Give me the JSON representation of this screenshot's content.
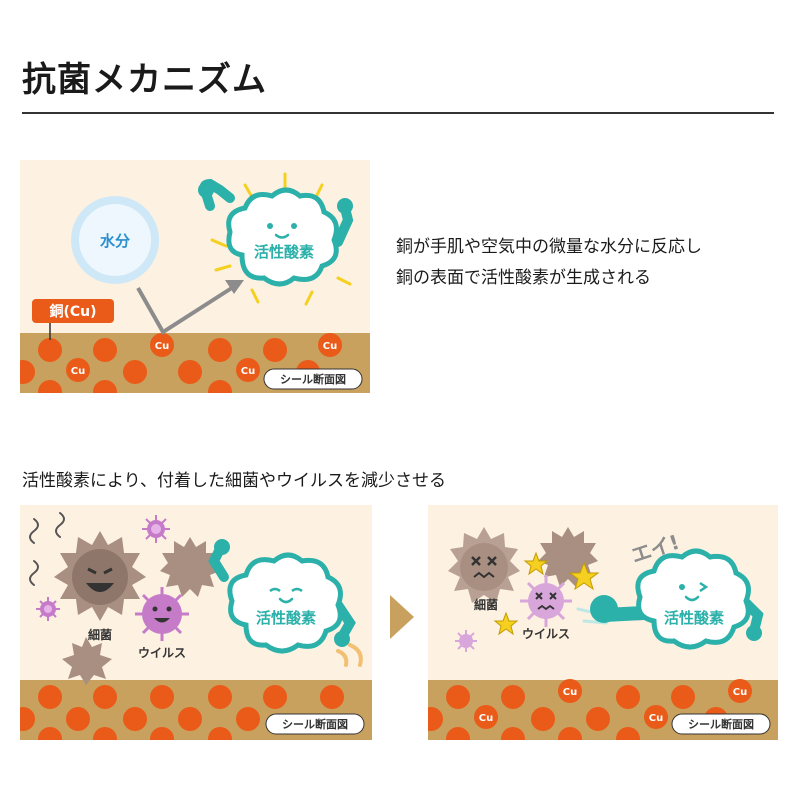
{
  "page": {
    "title": "抗菌メカニズム",
    "description_line1": "銅が手肌や空気中の微量な水分に反応し",
    "description_line2": "銅の表面で活性酸素が生成される",
    "subheading": "活性酸素により、付着した細菌やウイルスを減少させる"
  },
  "panel1": {
    "water_label": "水分",
    "copper_label": "銅(Cu)",
    "ros_label": "活性酸素",
    "cu_label": "Cu",
    "seal_label": "シール断面図"
  },
  "panel2": {
    "bacteria_label": "細菌",
    "virus_label": "ウイルス",
    "ros_label": "活性酸素",
    "seal_label": "シール断面図"
  },
  "panel3": {
    "bacteria_label": "細菌",
    "virus_label": "ウイルス",
    "ros_label": "活性酸素",
    "shout": "エイ!",
    "cu_label": "Cu",
    "seal_label": "シール断面図"
  },
  "colors": {
    "background": "#fdf1e1",
    "copper_layer": "#c9a15e",
    "copper_dot": "#ea5a18",
    "ros_outline": "#2bb0aa",
    "water": "#cfe8f7",
    "bacteria": "#a88f82",
    "virus": "#c67bc9",
    "arrow": "#c9a15e"
  }
}
